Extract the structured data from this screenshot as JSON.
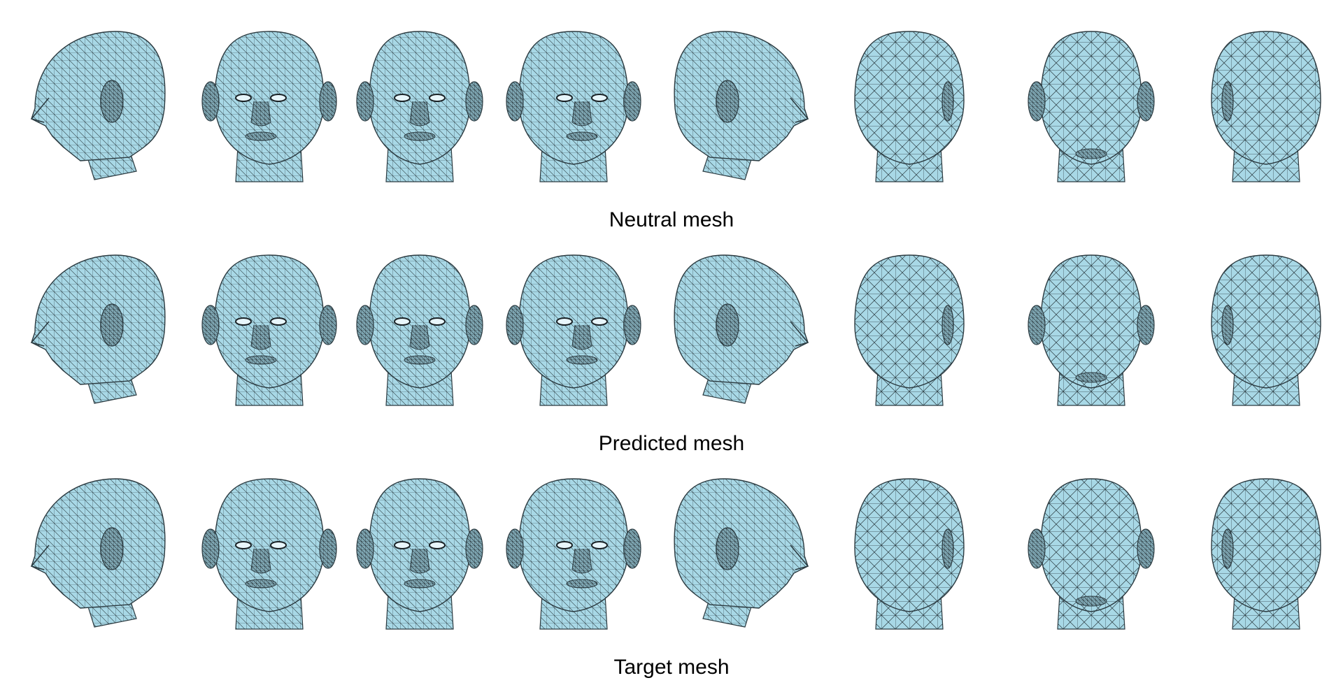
{
  "figure": {
    "rows": [
      {
        "id": "neutral",
        "caption": "Neutral mesh"
      },
      {
        "id": "predicted",
        "caption": "Predicted mesh"
      },
      {
        "id": "target",
        "caption": "Target mesh"
      }
    ],
    "views": [
      "left-profile",
      "three-quarter-left",
      "front",
      "three-quarter-right",
      "right-profile",
      "back-three-quarter-right",
      "back",
      "back-three-quarter-left"
    ],
    "colors": {
      "mesh_fill": "#a8d8e6",
      "wireframe": "#2b3a40",
      "dense_wireframe": "#1a2226"
    }
  }
}
